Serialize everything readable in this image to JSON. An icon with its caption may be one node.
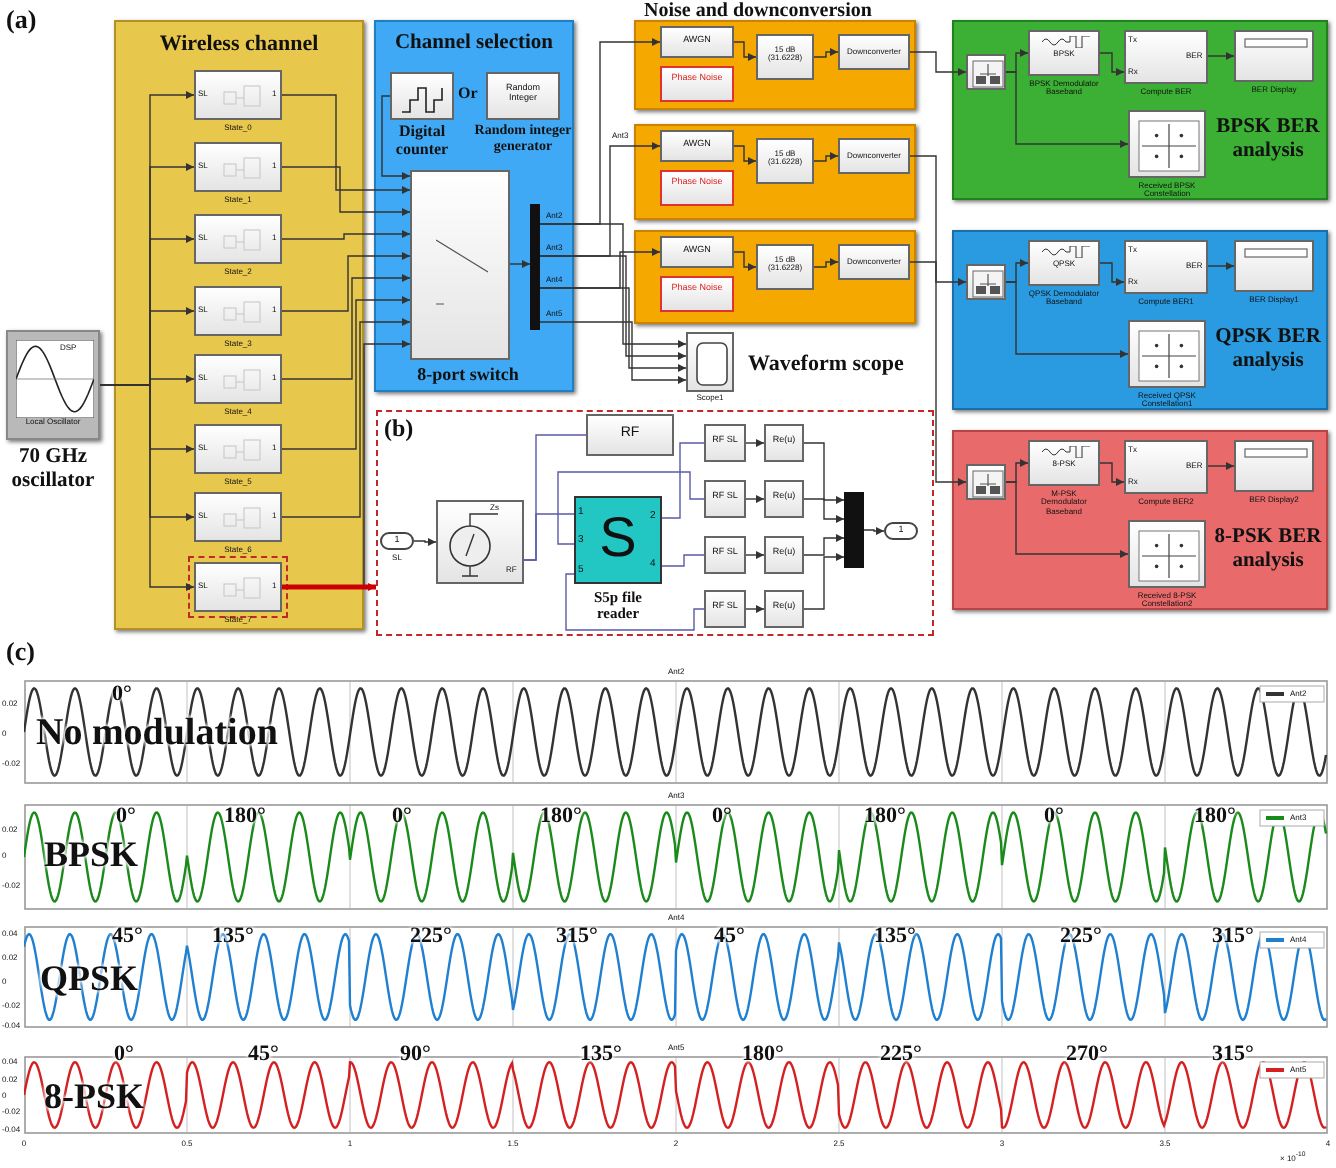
{
  "diagram": {
    "nodes": [
      {
        "text": [
          "Wireless channel"
        ]
      },
      {
        "text": [
          "SL",
          "1",
          "State_0"
        ],
        "in": 0
      },
      {
        "text": [
          "SL",
          "1",
          "State_1"
        ],
        "in": 0
      },
      {
        "text": [
          "SL",
          "1",
          "State_2"
        ],
        "in": 0
      },
      {
        "text": [
          "SL",
          "1",
          "State_3"
        ],
        "in": 0
      },
      {
        "text": [
          "SL",
          "1",
          "State_4"
        ],
        "in": 0
      },
      {
        "text": [
          "SL",
          "1",
          "State_5"
        ],
        "in": 0
      },
      {
        "text": [
          "SL",
          "1",
          "State_6"
        ],
        "in": 0
      },
      {
        "text": [
          "SL",
          "1",
          "State_7"
        ],
        "in": 0
      },
      {
        "text": [
          "DSP",
          "Local Oscillator",
          "70 GHz oscillator"
        ]
      },
      {
        "text": [
          "Channel selection"
        ]
      },
      {
        "text": [
          "Digital counter"
        ],
        "in": 10
      },
      {
        "text": [
          "Random Integer",
          "Random integer generator"
        ],
        "in": 10
      },
      {
        "text": [
          "8-port switch"
        ],
        "in": 10
      },
      {
        "text": [],
        "shape": "bar",
        "in": 10
      },
      {
        "text": [],
        "shape": "box"
      },
      {
        "text": [
          "AWGN"
        ],
        "in": 15
      },
      {
        "text": [
          "Phase Noise"
        ],
        "in": 15
      },
      {
        "text": [
          "15 dB (31.6228)"
        ],
        "in": 15
      },
      {
        "text": [
          "Downconverter"
        ],
        "in": 15
      },
      {
        "text": [],
        "shape": "box"
      },
      {
        "text": [
          "AWGN"
        ],
        "in": 20
      },
      {
        "text": [
          "Phase Noise"
        ],
        "in": 20
      },
      {
        "text": [
          "15 dB (31.6228)"
        ],
        "in": 20
      },
      {
        "text": [
          "Downconverter"
        ],
        "in": 20
      },
      {
        "text": [],
        "shape": "box"
      },
      {
        "text": [
          "AWGN"
        ],
        "in": 25
      },
      {
        "text": [
          "Phase Noise"
        ],
        "in": 25
      },
      {
        "text": [
          "15 dB (31.6228)"
        ],
        "in": 25
      },
      {
        "text": [
          "Downconverter"
        ],
        "in": 25
      },
      {
        "text": [
          "Scope1"
        ],
        "beside": [
          "Waveform scope"
        ]
      },
      {
        "text": [
          "BPSK BER analysis"
        ]
      },
      {
        "text": [],
        "shape": "box",
        "in": 31
      },
      {
        "text": [
          "BPSK",
          "BPSK Demodulator Baseband"
        ],
        "in": 31
      },
      {
        "text": [
          "Tx",
          "Rx",
          "BER",
          "Compute BER"
        ],
        "in": 31
      },
      {
        "text": [
          "BER Display"
        ],
        "in": 31
      },
      {
        "text": [
          "Received BPSK Constellation"
        ],
        "in": 31
      },
      {
        "text": [
          "QPSK BER analysis"
        ]
      },
      {
        "text": [],
        "shape": "box",
        "in": 37
      },
      {
        "text": [
          "QPSK",
          "QPSK Demodulator Baseband"
        ],
        "in": 37
      },
      {
        "text": [
          "Tx",
          "Rx",
          "BER",
          "Compute BER1"
        ],
        "in": 37
      },
      {
        "text": [
          "BER Display1"
        ],
        "in": 37
      },
      {
        "text": [
          "Received QPSK Constellation1"
        ],
        "in": 37
      },
      {
        "text": [
          "8-PSK BER analysis"
        ]
      },
      {
        "text": [],
        "shape": "box",
        "in": 43
      },
      {
        "text": [
          "8-PSK",
          "M-PSK Demodulator Baseband"
        ],
        "in": 43
      },
      {
        "text": [
          "Tx",
          "Rx",
          "BER",
          "Compute BER2"
        ],
        "in": 43
      },
      {
        "text": [
          "BER Display2"
        ],
        "in": 43
      },
      {
        "text": [
          "Received 8-PSK Constellation2"
        ],
        "in": 43
      },
      {
        "text": [
          "(b)"
        ]
      },
      {
        "text": [
          "1",
          "SL"
        ],
        "in": 49
      },
      {
        "text": [
          "Zs",
          "RF"
        ],
        "in": 49
      },
      {
        "text": [
          "RF"
        ],
        "in": 49
      },
      {
        "text": [
          "S",
          "1",
          "2",
          "3",
          "4",
          "5",
          "S5p file reader"
        ],
        "in": 49
      },
      {
        "text": [
          "RF SL"
        ],
        "in": 49
      },
      {
        "text": [
          "RF SL"
        ],
        "in": 49
      },
      {
        "text": [
          "RF SL"
        ],
        "in": 49
      },
      {
        "text": [
          "RF SL"
        ],
        "in": 49
      },
      {
        "text": [
          "Re(u)"
        ],
        "in": 49
      },
      {
        "text": [
          "Re(u)"
        ],
        "in": 49
      },
      {
        "text": [
          "Re(u)"
        ],
        "in": 49
      },
      {
        "text": [
          "Re(u)"
        ],
        "in": 49
      },
      {
        "text": [],
        "shape": "bar",
        "in": 49
      },
      {
        "text": [
          "1"
        ],
        "in": 49
      }
    ],
    "edges": [
      {
        "from": 9,
        "to": 1,
        "arrow": "to"
      },
      {
        "from": 9,
        "to": 2,
        "arrow": "to"
      },
      {
        "from": 9,
        "to": 3,
        "arrow": "to"
      },
      {
        "from": 9,
        "to": 4,
        "arrow": "to"
      },
      {
        "from": 9,
        "to": 5,
        "arrow": "to"
      },
      {
        "from": 9,
        "to": 6,
        "arrow": "to"
      },
      {
        "from": 9,
        "to": 7,
        "arrow": "to"
      },
      {
        "from": 9,
        "to": 8,
        "arrow": "to"
      },
      {
        "from": 1,
        "to": 13,
        "arrow": "to"
      },
      {
        "from": 2,
        "to": 13,
        "arrow": "to"
      },
      {
        "from": 3,
        "to": 13,
        "arrow": "to"
      },
      {
        "from": 4,
        "to": 13,
        "arrow": "to"
      },
      {
        "from": 5,
        "to": 13,
        "arrow": "to"
      },
      {
        "from": 6,
        "to": 13,
        "arrow": "to"
      },
      {
        "from": 7,
        "to": 13,
        "arrow": "to"
      },
      {
        "from": 8,
        "to": 13,
        "arrow": "to"
      },
      {
        "from": 11,
        "to": 13,
        "arrow": "to"
      },
      {
        "from": 13,
        "to": 14,
        "arrow": "to"
      },
      {
        "from": 14,
        "to": 16,
        "arrow": "to"
      },
      {
        "from": 14,
        "to": 21,
        "arrow": "to"
      },
      {
        "from": 14,
        "to": 26,
        "arrow": "to"
      },
      {
        "from": 14,
        "to": 30,
        "arrow": "to"
      },
      {
        "from": 14,
        "to": 30,
        "arrow": "to"
      },
      {
        "from": 14,
        "to": 30,
        "arrow": "to"
      },
      {
        "from": 14,
        "to": 30,
        "arrow": "to"
      },
      {
        "from": 16,
        "to": 18,
        "arrow": "to"
      },
      {
        "from": 18,
        "to": 19,
        "arrow": "to"
      },
      {
        "from": 21,
        "to": 23,
        "arrow": "to"
      },
      {
        "from": 23,
        "to": 24,
        "arrow": "to"
      },
      {
        "from": 26,
        "to": 28,
        "arrow": "to"
      },
      {
        "from": 28,
        "to": 29,
        "arrow": "to"
      },
      {
        "from": 19,
        "to": 32,
        "arrow": "to"
      },
      {
        "from": 24,
        "to": 38,
        "arrow": "to"
      },
      {
        "from": 29,
        "to": 44,
        "arrow": "to"
      },
      {
        "from": 32,
        "to": 33,
        "arrow": "to"
      },
      {
        "from": 33,
        "to": 34,
        "arrow": "to"
      },
      {
        "from": 34,
        "to": 35,
        "arrow": "to"
      },
      {
        "from": 32,
        "to": 36,
        "arrow": "to"
      },
      {
        "from": 38,
        "to": 39,
        "arrow": "to"
      },
      {
        "from": 39,
        "to": 40,
        "arrow": "to"
      },
      {
        "from": 40,
        "to": 41,
        "arrow": "to"
      },
      {
        "from": 38,
        "to": 42,
        "arrow": "to"
      },
      {
        "from": 44,
        "to": 45,
        "arrow": "to"
      },
      {
        "from": 45,
        "to": 46,
        "arrow": "to"
      },
      {
        "from": 46,
        "to": 47,
        "arrow": "to"
      },
      {
        "from": 44,
        "to": 48,
        "arrow": "to"
      },
      {
        "from": 8,
        "to": 49,
        "arrow": "to",
        "style": "thick",
        "color": "#cc0000"
      },
      {
        "from": 50,
        "to": 51,
        "arrow": "to"
      },
      {
        "from": 51,
        "to": 52,
        "arrow": "none",
        "color": "#5a5aa8"
      },
      {
        "from": 51,
        "to": 53,
        "arrow": "none",
        "color": "#5a5aa8"
      },
      {
        "from": 53,
        "to": 54,
        "arrow": "none",
        "color": "#5a5aa8"
      },
      {
        "from": 53,
        "to": 55,
        "arrow": "none",
        "color": "#5a5aa8"
      },
      {
        "from": 53,
        "to": 56,
        "arrow": "none",
        "color": "#5a5aa8"
      },
      {
        "from": 53,
        "to": 57,
        "arrow": "none",
        "color": "#5a5aa8"
      },
      {
        "from": 54,
        "to": 58,
        "arrow": "to"
      },
      {
        "from": 55,
        "to": 59,
        "arrow": "to"
      },
      {
        "from": 56,
        "to": 60,
        "arrow": "to"
      },
      {
        "from": 57,
        "to": 61,
        "arrow": "to"
      },
      {
        "from": 58,
        "to": 62,
        "arrow": "to"
      },
      {
        "from": 59,
        "to": 62,
        "arrow": "to"
      },
      {
        "from": 60,
        "to": 62,
        "arrow": "to"
      },
      {
        "from": 61,
        "to": 62,
        "arrow": "to"
      },
      {
        "from": 62,
        "to": 63,
        "arrow": "to"
      }
    ],
    "labels": [
      "(a)",
      "Or",
      "Noise and downconversion",
      "Ant2",
      "Ant3",
      "Ant4",
      "Ant5",
      "Ant3",
      "(c)",
      "Ant2",
      "Ant3",
      "Ant4",
      "Ant5",
      "0°",
      "No modulation",
      "0°",
      "180°",
      "0°",
      "180°",
      "0°",
      "180°",
      "0°",
      "180°",
      "BPSK",
      "45°",
      "135°",
      "225°",
      "315°",
      "45°",
      "135°",
      "225°",
      "315°",
      "QPSK",
      "0°",
      "45°",
      "90°",
      "135°",
      "180°",
      "225°",
      "270°",
      "315°",
      "8-PSK",
      "0.02",
      "0",
      "-0.02",
      "0.02",
      "0",
      "-0.02",
      "0.04",
      "0.02",
      "0",
      "-0.02",
      "-0.04",
      "0.04",
      "0.02",
      "0",
      "-0.02",
      "-0.04",
      "0",
      "0.5",
      "1",
      "1.5",
      "2",
      "2.5",
      "3",
      "3.5",
      "4",
      "× 10$^{-10}$"
    ],
    "legend": [
      {
        "text": "Ant2"
      },
      {
        "text": "Ant3"
      },
      {
        "text": "Ant4"
      },
      {
        "text": "Ant5"
      }
    ]
  }
}
